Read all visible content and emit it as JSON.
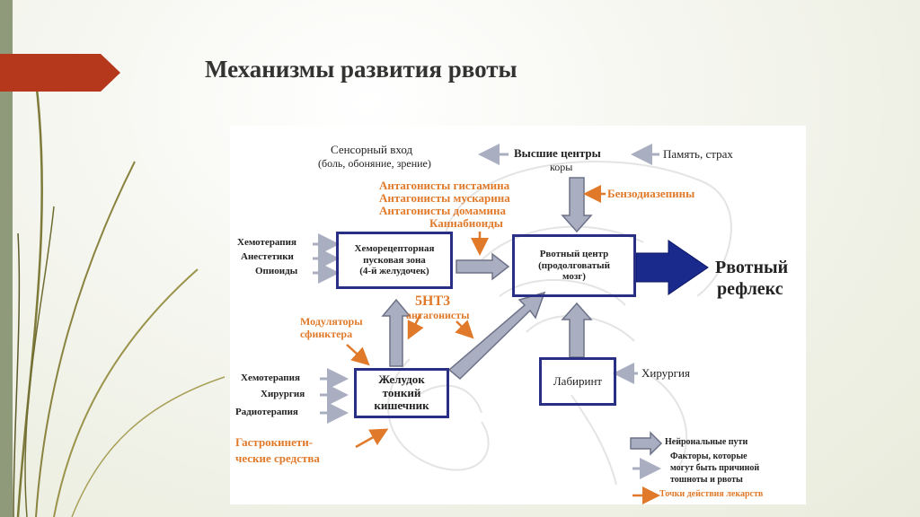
{
  "slide": {
    "title": "Механизмы развития рвоты"
  },
  "diagram": {
    "sensory_input_line1": "Сенсорный вход",
    "sensory_input_line2": "(боль, обоняние, зрение)",
    "higher_centers_line1": "Высшие центры",
    "higher_centers_line2": "коры",
    "memory_fear": "Память, страх",
    "antagonists": [
      "Антагонисты гистамина",
      "Антагонисты мускарина",
      "Антагонисты домамина",
      "Каннабиоиды"
    ],
    "benzodiazepines": "Бензодиазепины",
    "ctz_inputs": [
      "Хемотерапия",
      "Анестетики",
      "Опиоиды"
    ],
    "ctz_box": [
      "Хеморецепторная",
      "пусковая зона",
      "(4-й желудочек)"
    ],
    "vomit_center_box": [
      "Рвотный центр",
      "(продолговатый",
      "мозг)"
    ],
    "reflex_line1": "Рвотный",
    "reflex_line2": "рефлекс",
    "ht3_line1": "5НТ3",
    "ht3_line2": "антагонисты",
    "sphincter_line1": "Модуляторы",
    "sphincter_line2": "сфинктера",
    "gut_inputs": [
      "Хемотерапия",
      "Хирургия",
      "Радиотерапия"
    ],
    "gut_box": [
      "Желудок",
      "тонкий",
      "кишечник"
    ],
    "labyrinth_box": "Лабиринт",
    "surgery": "Хирургия",
    "gastrokinetic_line1": "Гастрокинети-",
    "gastrokinetic_line2": "ческие средства",
    "legend": {
      "neural": "Нейрональные пути",
      "factors_line1": "Факторы, которые",
      "factors_line2": "могут быть причиной",
      "factors_line3": "тошноты и рвоты",
      "drug_points": "Точки действия лекарств"
    }
  },
  "colors": {
    "box_border": "#2a2f86",
    "neural_arrow": "#a9aec0",
    "drug_arrow": "#e07a2a",
    "reflex_arrow": "#1a2a8c",
    "title_arrow": "#b5381c"
  }
}
